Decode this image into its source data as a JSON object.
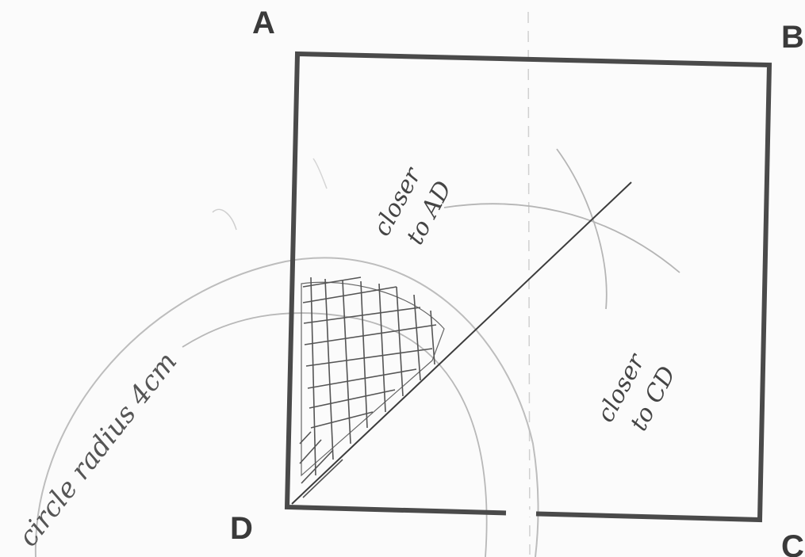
{
  "vertices": {
    "A": "A",
    "B": "B",
    "C": "C",
    "D": "D"
  },
  "annotations": {
    "closer_to_ad_line1": "closer",
    "closer_to_ad_line2": "to AD",
    "closer_to_cd_line1": "closer",
    "closer_to_cd_line2": "to CD",
    "circle_label": "circle radius 4cm"
  },
  "colors": {
    "square": "#4a4a4a",
    "construction_arc": "#b8b8b8",
    "diagonal": "#3c3c3c",
    "hatching": "#555555"
  }
}
